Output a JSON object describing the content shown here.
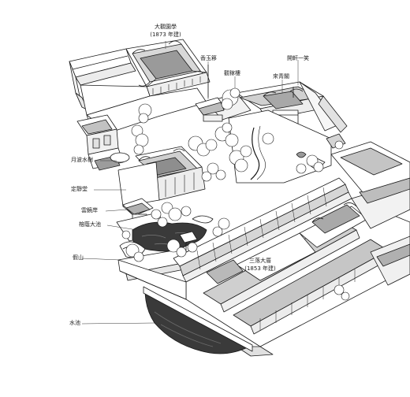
{
  "labels": {
    "daguan_hall": "大觀園學",
    "daguan_year": "(1873 年建)",
    "xiangyu": "香玉簃",
    "guanjia": "觀稼樓",
    "kaixuan": "開軒一笑",
    "laiqing": "來青閣",
    "yuebo": "月波水榭",
    "dingjing": "定靜堂",
    "yunjing": "雲鏡岸",
    "panglin": "榕蔭大池",
    "jiashan": "假山",
    "shuichi": "水池",
    "sanluo": "三落大厝",
    "sanluo_year": "(1853 年建)"
  }
}
